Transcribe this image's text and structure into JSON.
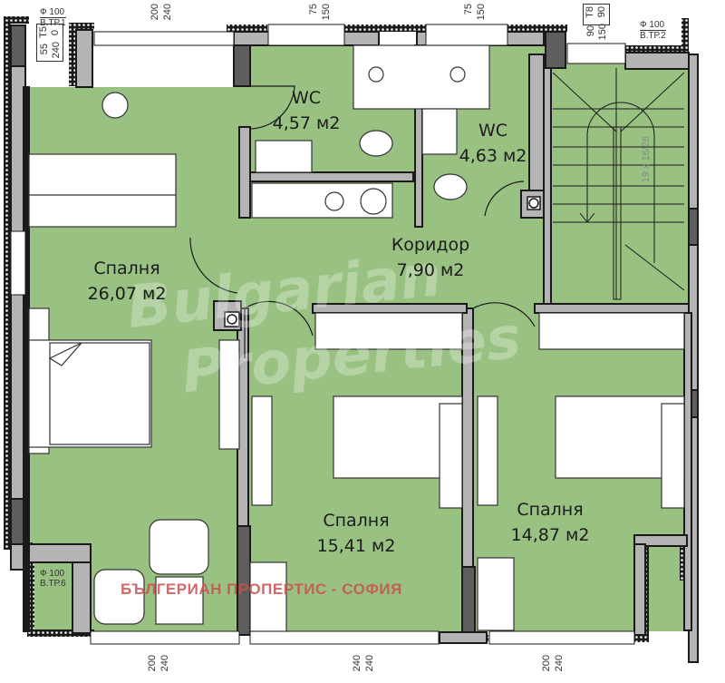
{
  "plan": {
    "colors": {
      "floor": "#99c282",
      "wall_dark": "#1a1a1a",
      "wall_grey": "#b4b4b4",
      "column": "#5e5e5e",
      "furniture": "#ffffff",
      "watermark": "#ffffff",
      "credit": "#c8504f"
    },
    "rooms": [
      {
        "id": "bedroom-1",
        "name": "Спалня",
        "area": "26,07 м2"
      },
      {
        "id": "wc-1",
        "name": "WC",
        "area": "4,57 м2"
      },
      {
        "id": "wc-2",
        "name": "WC",
        "area": "4,63 м2"
      },
      {
        "id": "corridor",
        "name": "Коридор",
        "area": "7,90 м2"
      },
      {
        "id": "bedroom-2",
        "name": "Спалня",
        "area": "15,41 м2"
      },
      {
        "id": "bedroom-3",
        "name": "Спалня",
        "area": "14,87 м2"
      }
    ],
    "staircase_label": "19 x 16/28",
    "drain_tags": [
      {
        "id": "vtr1",
        "phi": "Ф 100",
        "label": "В.ТР.1"
      },
      {
        "id": "vtr2",
        "phi": "Ф 100",
        "label": "В.ТР.2"
      },
      {
        "id": "vtr6",
        "phi": "Ф 100",
        "label": "В.ТР.6"
      }
    ],
    "window_tag_t5": {
      "code": "T5",
      "v1": "0",
      "v2": "55",
      "v3": "240"
    },
    "window_tag_t8": {
      "code": "T8",
      "v1": "90",
      "v2": "90",
      "v3": "150"
    },
    "top_dims": [
      {
        "a": "200",
        "b": "240"
      },
      {
        "a": "75",
        "b": "150"
      },
      {
        "a": "75",
        "b": "150"
      }
    ],
    "bottom_dims": [
      {
        "a": "200",
        "b": "240"
      },
      {
        "a": "240",
        "b": "240"
      },
      {
        "a": "200",
        "b": "240"
      }
    ],
    "watermark": {
      "line1": "Bulgarian",
      "line2": "Properties"
    },
    "credit": "БЪЛГЕРИАН ПРОПЕРТИС - СОФИЯ"
  }
}
